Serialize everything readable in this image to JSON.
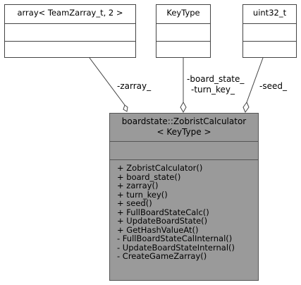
{
  "boxes": {
    "zarray_type": {
      "title": "array< TeamZarray_t, 2 >"
    },
    "key_type": {
      "title": "KeyType"
    },
    "uint32_type": {
      "title": "uint32_t"
    }
  },
  "edges": {
    "zarray": "-zarray_",
    "board_state": "-board_state_",
    "turn_key": "-turn_key_",
    "seed": "-seed_"
  },
  "main_class": {
    "title_line1": "boardstate::ZobristCalculator",
    "title_line2": "< KeyType >",
    "methods": [
      "+ ZobristCalculator()",
      "+ board_state()",
      "+ zarray()",
      "+ turn_key()",
      "+ seed()",
      "+ FullBoardStateCalc()",
      "+ UpdateBoardState()",
      "+ GetHashValueAt()",
      "- FullBoardStateCalInternal()",
      "- UpdateBoardStateInternal()",
      "- CreateGameZarray()"
    ]
  }
}
